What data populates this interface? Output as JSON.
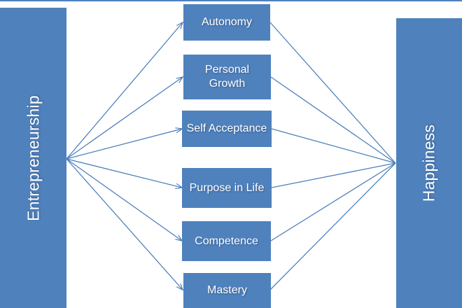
{
  "diagram": {
    "title_left": "Entrepreneurship",
    "title_right": "Happiness",
    "accent_color": "#4f81bd",
    "text_color": "#ffffff",
    "background_color": "#ffffff",
    "line_color": "#4a7ebb",
    "mediators": [
      {
        "label": "Autonomy"
      },
      {
        "label": "Personal\nGrowth"
      },
      {
        "label": "Self Acceptance"
      },
      {
        "label": "Purpose in Life"
      },
      {
        "label": "Competence"
      },
      {
        "label": "Mastery"
      }
    ]
  },
  "chart_data": {
    "type": "diagram",
    "title": "",
    "structure": "mediation model",
    "nodes": {
      "predictor": "Entrepreneurship",
      "mediators": [
        "Autonomy",
        "Personal Growth",
        "Self Acceptance",
        "Purpose in Life",
        "Competence",
        "Mastery"
      ],
      "outcome": "Happiness"
    },
    "edges": [
      {
        "from": "Entrepreneurship",
        "to": "Autonomy"
      },
      {
        "from": "Entrepreneurship",
        "to": "Personal Growth"
      },
      {
        "from": "Entrepreneurship",
        "to": "Self Acceptance"
      },
      {
        "from": "Entrepreneurship",
        "to": "Purpose in Life"
      },
      {
        "from": "Entrepreneurship",
        "to": "Competence"
      },
      {
        "from": "Entrepreneurship",
        "to": "Mastery"
      },
      {
        "from": "Autonomy",
        "to": "Happiness"
      },
      {
        "from": "Personal Growth",
        "to": "Happiness"
      },
      {
        "from": "Self Acceptance",
        "to": "Happiness"
      },
      {
        "from": "Purpose in Life",
        "to": "Happiness"
      },
      {
        "from": "Competence",
        "to": "Happiness"
      },
      {
        "from": "Mastery",
        "to": "Happiness"
      }
    ]
  }
}
